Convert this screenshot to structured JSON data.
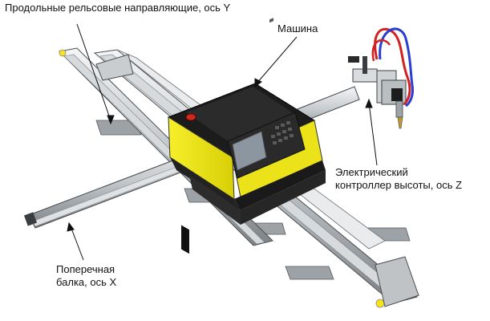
{
  "labels": {
    "rails": "Продольные рельсовые направляющие, ось Y",
    "machine": "Машина",
    "controller_line1": "Электрический",
    "controller_line2": "контроллер высоты, ось Z",
    "beam_line1": "Поперечная",
    "beam_line2": "балка, ось X"
  },
  "colors": {
    "machine_body": "#f1ea1a",
    "machine_body_shadow": "#c9c100",
    "machine_top": "#1c1c1c",
    "rail_light": "#e6e8ea",
    "rail_mid": "#b7bcc0",
    "rail_dark": "#6f7478",
    "control_panel": "#2a2a2a",
    "screen": "#8c96a0",
    "button_red": "#d12a1a",
    "hose_red": "#d32020",
    "hose_blue": "#2a3fd0",
    "caps": "#f6e31b"
  }
}
